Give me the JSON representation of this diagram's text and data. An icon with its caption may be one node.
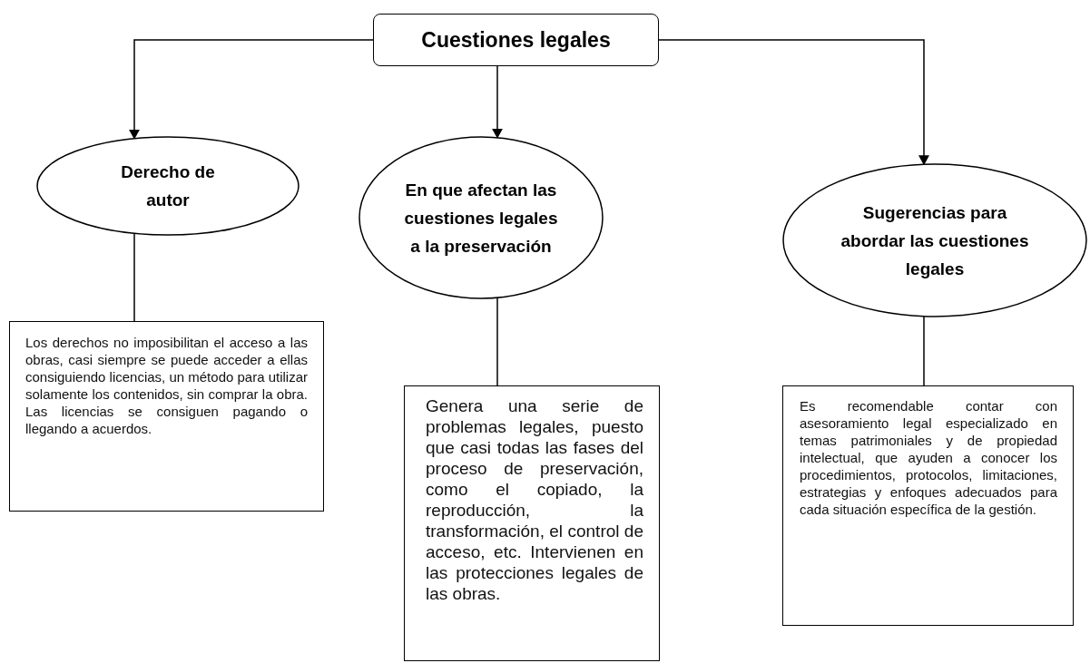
{
  "diagram": {
    "nodes": [
      {
        "text": [
          "Cuestiones legales"
        ]
      },
      {
        "text": [
          "Derecho de autor"
        ]
      },
      {
        "text": [
          "En que afectan las cuestiones legales a la preservación"
        ]
      },
      {
        "text": [
          "Sugerencias para abordar las cuestiones legales"
        ]
      },
      {
        "text": [
          "Los derechos no imposibilitan el acceso a las obras, casi siempre se puede acceder a ellas consiguiendo licencias, un método para utilizar solamente los contenidos, sin comprar la obra. Las licencias se consiguen pagando o llegando a acuerdos."
        ]
      },
      {
        "text": [
          "Genera una serie de problemas legales, puesto que casi todas las fases del proceso de preservación, como el copiado, la reproducción, la transformación, el control de acceso, etc. Intervienen en las protecciones legales de las obras."
        ]
      },
      {
        "text": [
          "Es recomendable contar con asesoramiento legal especializado en temas patrimoniales y de propiedad intelectual, que ayuden a conocer los procedimientos, protocolos, limitaciones, estrategias y enfoques adecuados para cada situación específica de la gestión."
        ]
      }
    ],
    "edges": [
      {
        "from": 0,
        "to": 1,
        "arrow": "to"
      },
      {
        "from": 0,
        "to": 2,
        "arrow": "to"
      },
      {
        "from": 0,
        "to": 3,
        "arrow": "to"
      },
      {
        "from": 1,
        "to": 4,
        "arrow": "none"
      },
      {
        "from": 2,
        "to": 5,
        "arrow": "none"
      },
      {
        "from": 3,
        "to": 6,
        "arrow": "none"
      }
    ]
  }
}
